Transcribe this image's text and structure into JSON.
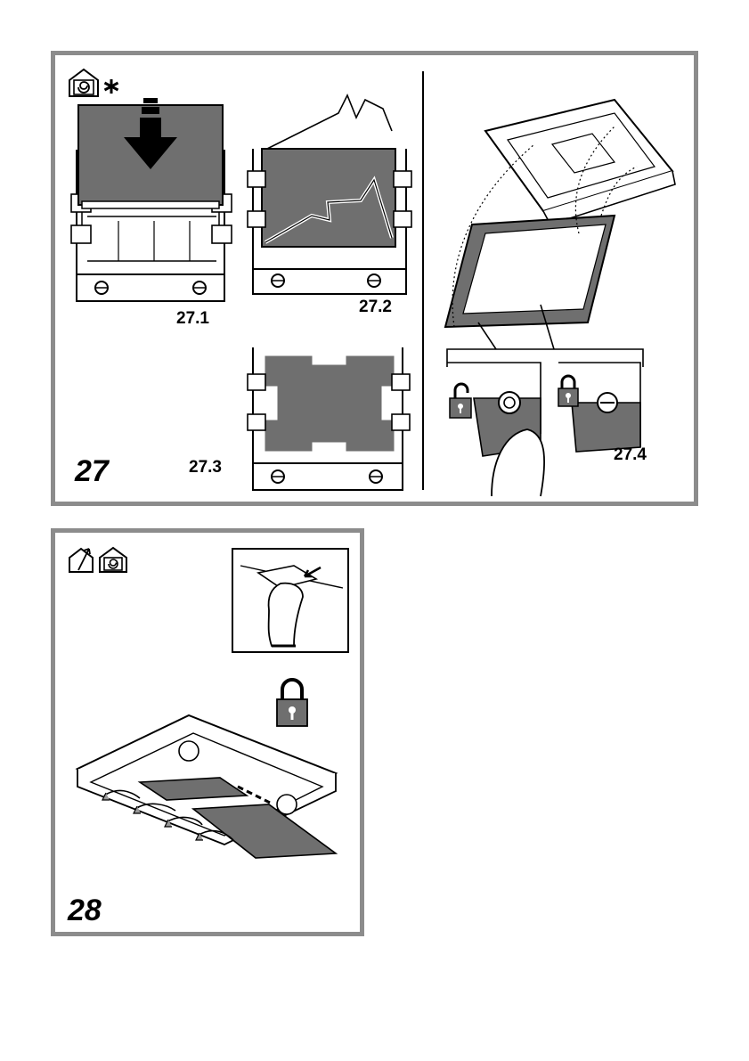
{
  "figure27": {
    "number": "27",
    "steps": [
      "27.1",
      "27.2",
      "27.3",
      "27.4"
    ],
    "icons": [
      "recirculation-mode-icon",
      "asterisk-icon",
      "unlock-icon",
      "lock-icon"
    ]
  },
  "figure28": {
    "number": "28",
    "icons": [
      "extraction-mode-icon",
      "recirculation-mode-icon",
      "lock-icon"
    ]
  },
  "colors": {
    "frame": "#8c8c8c",
    "filter": "#6f6f6f",
    "line": "#000000"
  }
}
